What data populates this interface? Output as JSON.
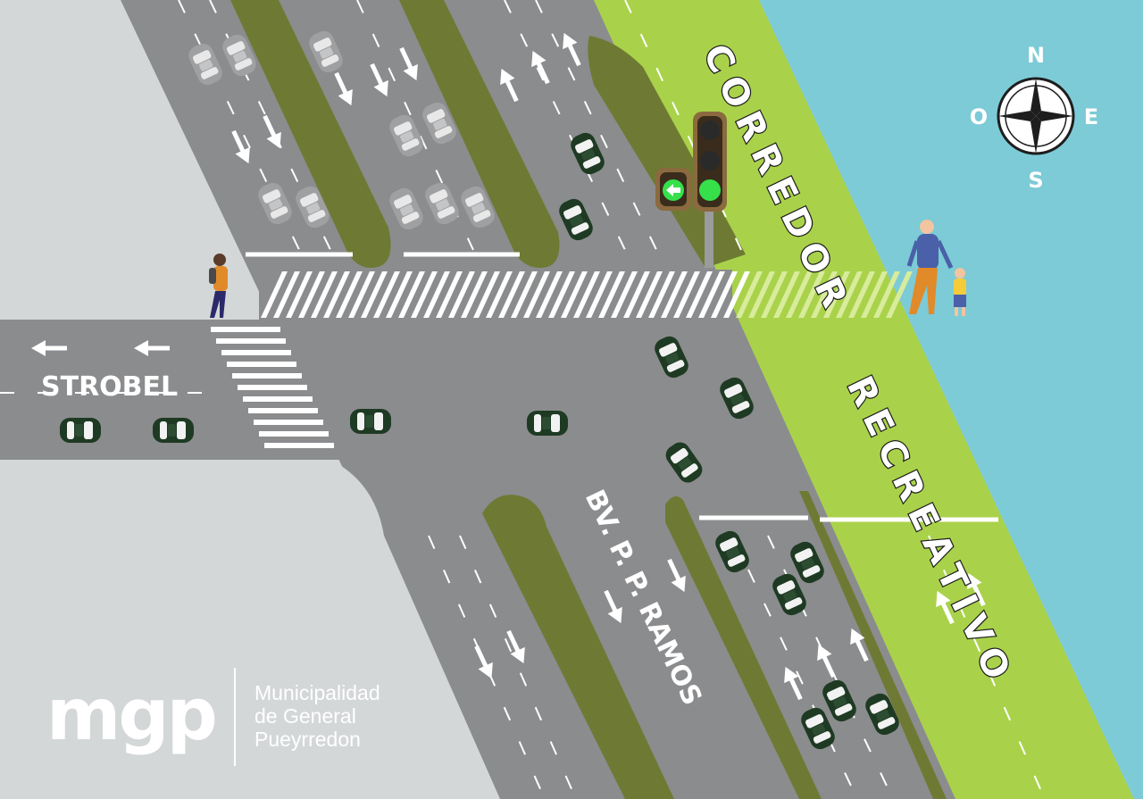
{
  "streets": {
    "strobel": "STROBEL",
    "boulevard": "BV. P. P. RAMOS",
    "corredor_word1": "CORREDOR",
    "corredor_word2": "RECREATIVO"
  },
  "compass": {
    "north": "N",
    "south": "S",
    "east": "E",
    "west": "O"
  },
  "logo": {
    "mark": "mgp",
    "line1": "Municipalidad",
    "line2": "de General",
    "line3": "Pueyrredon"
  },
  "traffic_light": {
    "state": "green",
    "arrow": "left-arrow-icon"
  },
  "colors": {
    "road": "#8b8c8e",
    "sidewalk": "#d4d7d8",
    "median": "#6e7a33",
    "corridor": "#a9d24a",
    "sea": "#7ccbd6",
    "signal_green": "#36e04a",
    "car_dark": "#1e3a23",
    "car_white": "#f2f2f2"
  }
}
